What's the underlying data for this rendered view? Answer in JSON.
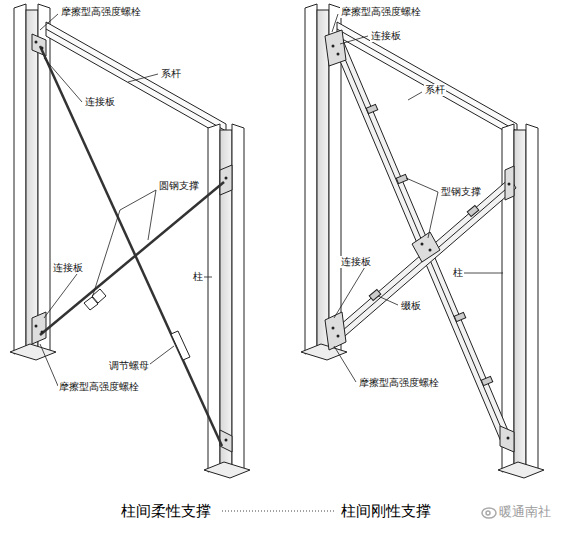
{
  "diagram": {
    "labels": [
      "摩擦型高强度螺栓",
      "连接板",
      "系杆",
      "圆钢支撑",
      "连接板",
      "柱",
      "调节螺母",
      "摩擦型高强度螺栓",
      "摩擦型高强度螺栓",
      "连接板",
      "系杆",
      "型钢支撑",
      "连接板",
      "柱",
      "缀板",
      "摩擦型高强度螺栓",
      "柱间柔性支撑",
      "柱间刚性支撑",
      "暖通南社"
    ]
  }
}
